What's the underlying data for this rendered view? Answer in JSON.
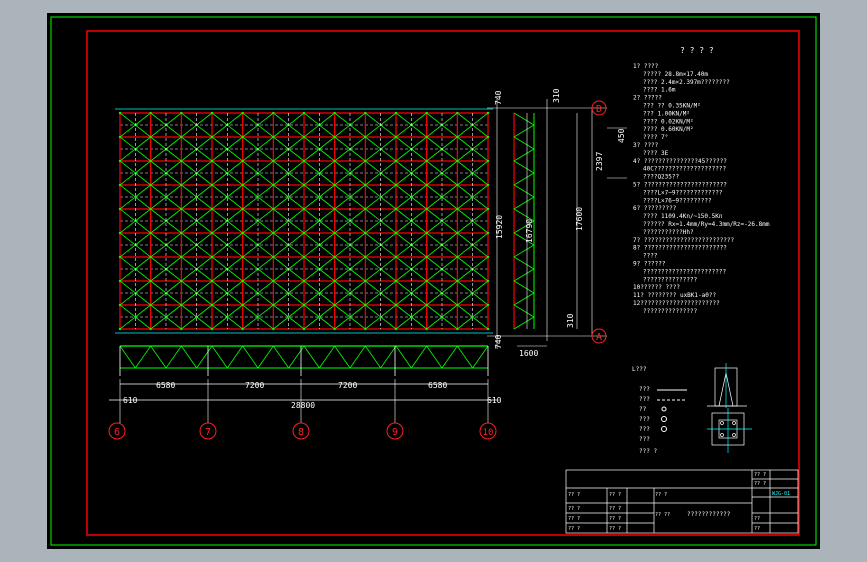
{
  "grid": {
    "axes_bottom": [
      "6",
      "7",
      "8",
      "9",
      "10"
    ],
    "axes_right": [
      "D",
      "A"
    ]
  },
  "dimensions": {
    "top": [
      "740",
      "310"
    ],
    "right_top": "450",
    "right_mid": "2397",
    "col_a": "15920",
    "col_b": "16790",
    "col_c": "17600",
    "right_bottom": "310",
    "left_bottom": "740",
    "support_width": "1600",
    "spans": [
      "6580",
      "7200",
      "7200",
      "6580"
    ],
    "total": "28800",
    "edge_left": "610",
    "edge_right": "610"
  },
  "notes": {
    "title": "? ? ? ?",
    "lines": [
      "1? ????",
      "????? 28.8m×17.40m",
      "???? 2.4m×2.397m????????",
      "???? 1.6m",
      "2? ?????",
      "??? ?? 0.35KN/M²",
      "??? 1.00KN/M²",
      "???? 0.02KN/M²",
      "???? 0.60KN/M²",
      "???? 7°",
      "3? ????",
      "???? 3E",
      "4? ???????????????45??????",
      "40C????????????????????",
      "????Q235??",
      "5? ???????????????????????",
      "????L×7~9?????????????",
      "????L×76~9?????????",
      "6? ?????????",
      "???? 1109.4Kn/~150.5Kn",
      "?????? Rx=1.4mm/Ry=4.3mm/Rz=-26.8mm",
      "???????????Hh?",
      "7? ?????????????????????????",
      "8? ???????????????????????",
      "????",
      "9? ??????",
      "???????????????????????",
      "???????????????",
      "10?????? ????",
      "11? ???????? uxBK1-a0??",
      "12??????????????????????",
      "???????????????"
    ]
  },
  "legend": {
    "title": "L???",
    "items": [
      "???",
      "???",
      "??",
      "???",
      "???",
      "???"
    ]
  },
  "detail_title": "??? ?",
  "title_block": {
    "project": "????????????",
    "drawing_no": "WJG-01",
    "labels": [
      "?? ?",
      "?? ?",
      "?? ?",
      "?? ?",
      "?? ?",
      "?? ?",
      "?? ?",
      "?? ?",
      "?? ?"
    ],
    "right_labels": [
      "?? ?",
      "?? ?",
      "??",
      "??"
    ],
    "stage": "?? ??"
  },
  "colors": {
    "border": "#ff0000",
    "outer_border": "#00ff00",
    "grid": "#ff0000",
    "truss": "#00ff00",
    "dim": "#ffffff",
    "axis": "#ff2020"
  }
}
